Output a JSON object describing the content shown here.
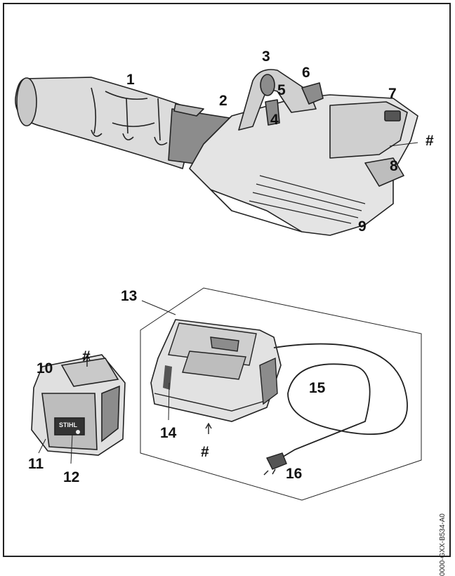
{
  "labels": {
    "n1": "1",
    "n2": "2",
    "n3": "3",
    "n4": "4",
    "n5": "5",
    "n6": "6",
    "n7": "7",
    "n8": "8",
    "n9": "9",
    "n10": "10",
    "n11": "11",
    "n12": "12",
    "n13": "13",
    "n14": "14",
    "n15": "15",
    "n16": "16",
    "hash": "#"
  },
  "stamp_text": "STIHL",
  "figure_code": "0000-GXX-B534-A0",
  "colors": {
    "line": "#222222",
    "body_gray": "#d9d9d9",
    "dark_gray": "#8c8c8c",
    "mid_gray": "#b3b3b3"
  }
}
